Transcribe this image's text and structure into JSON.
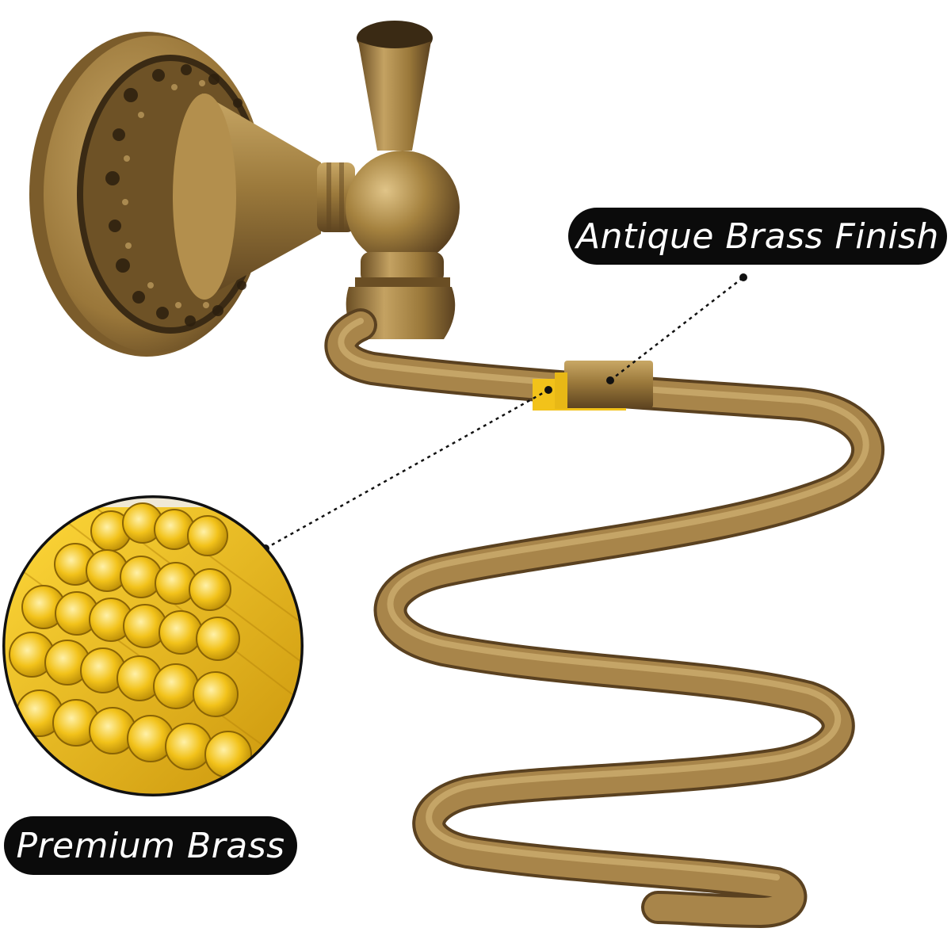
{
  "callouts": {
    "antique_finish": "Antique Brass Finish",
    "premium_brass": "Premium Brass"
  },
  "colors": {
    "background": "#ffffff",
    "label_background": "#0b0b0b",
    "label_text": "#ffffff",
    "antique_brass": "#9c7a3c",
    "premium_brass_gold": "#f2c21a"
  },
  "icons": [
    "hair-dryer-holder-product",
    "brass-rods-closeup",
    "dotted-leader-line"
  ]
}
